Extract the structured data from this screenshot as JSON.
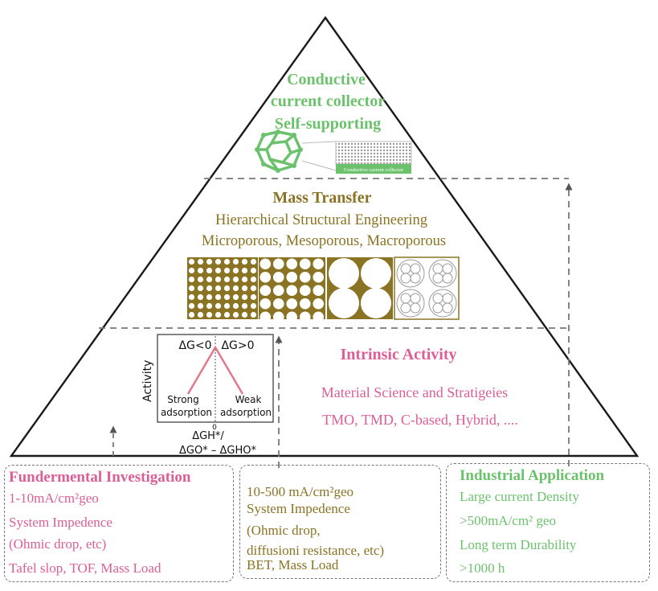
{
  "colors": {
    "green": "#6cc26c",
    "gold": "#8a7322",
    "pink": "#db5e96",
    "gray": "#666666"
  },
  "top": {
    "line1": "Conductive",
    "line2": "current collector",
    "line3": "Self-supporting",
    "panel_label": "Conductive current collector"
  },
  "middle": {
    "title": "Mass Transfer",
    "line1": "Hierarchical Structural Engineering",
    "line2": "Microporous, Mesoporous, Macroporous"
  },
  "bottom": {
    "title": "Intrinsic Activity",
    "line1": "Material Science and Stratigeies",
    "line2": "TMO, TMD, C-based, Hybrid, ....",
    "plot": {
      "ylabel": "Activity",
      "left_label": "ΔG<0",
      "right_label": "ΔG>0",
      "strong1": "Strong",
      "strong2": "adsorption",
      "weak1": "Weak",
      "weak2": "adsorption",
      "zero": "0",
      "xlabel1": "ΔGH*/",
      "xlabel2": "ΔGO* – ΔGHO*"
    }
  },
  "boxes": {
    "left": {
      "title": "Fundermental Investigation",
      "lines": [
        "1-10mA/cm²geo",
        "System Impedence",
        "(Ohmic drop, etc)",
        "Tafel slop, TOF,  Mass Load"
      ]
    },
    "middle": {
      "lines": [
        "10-500 mA/cm²geo",
        "System Impedence",
        "(Ohmic drop,",
        "diffusioni resistance, etc)",
        "BET, Mass Load"
      ]
    },
    "right": {
      "title": "Industrial Application",
      "lines": [
        "Large current Density",
        ">500mA/cm² geo",
        "Long term Durability",
        ">1000 h"
      ]
    }
  }
}
